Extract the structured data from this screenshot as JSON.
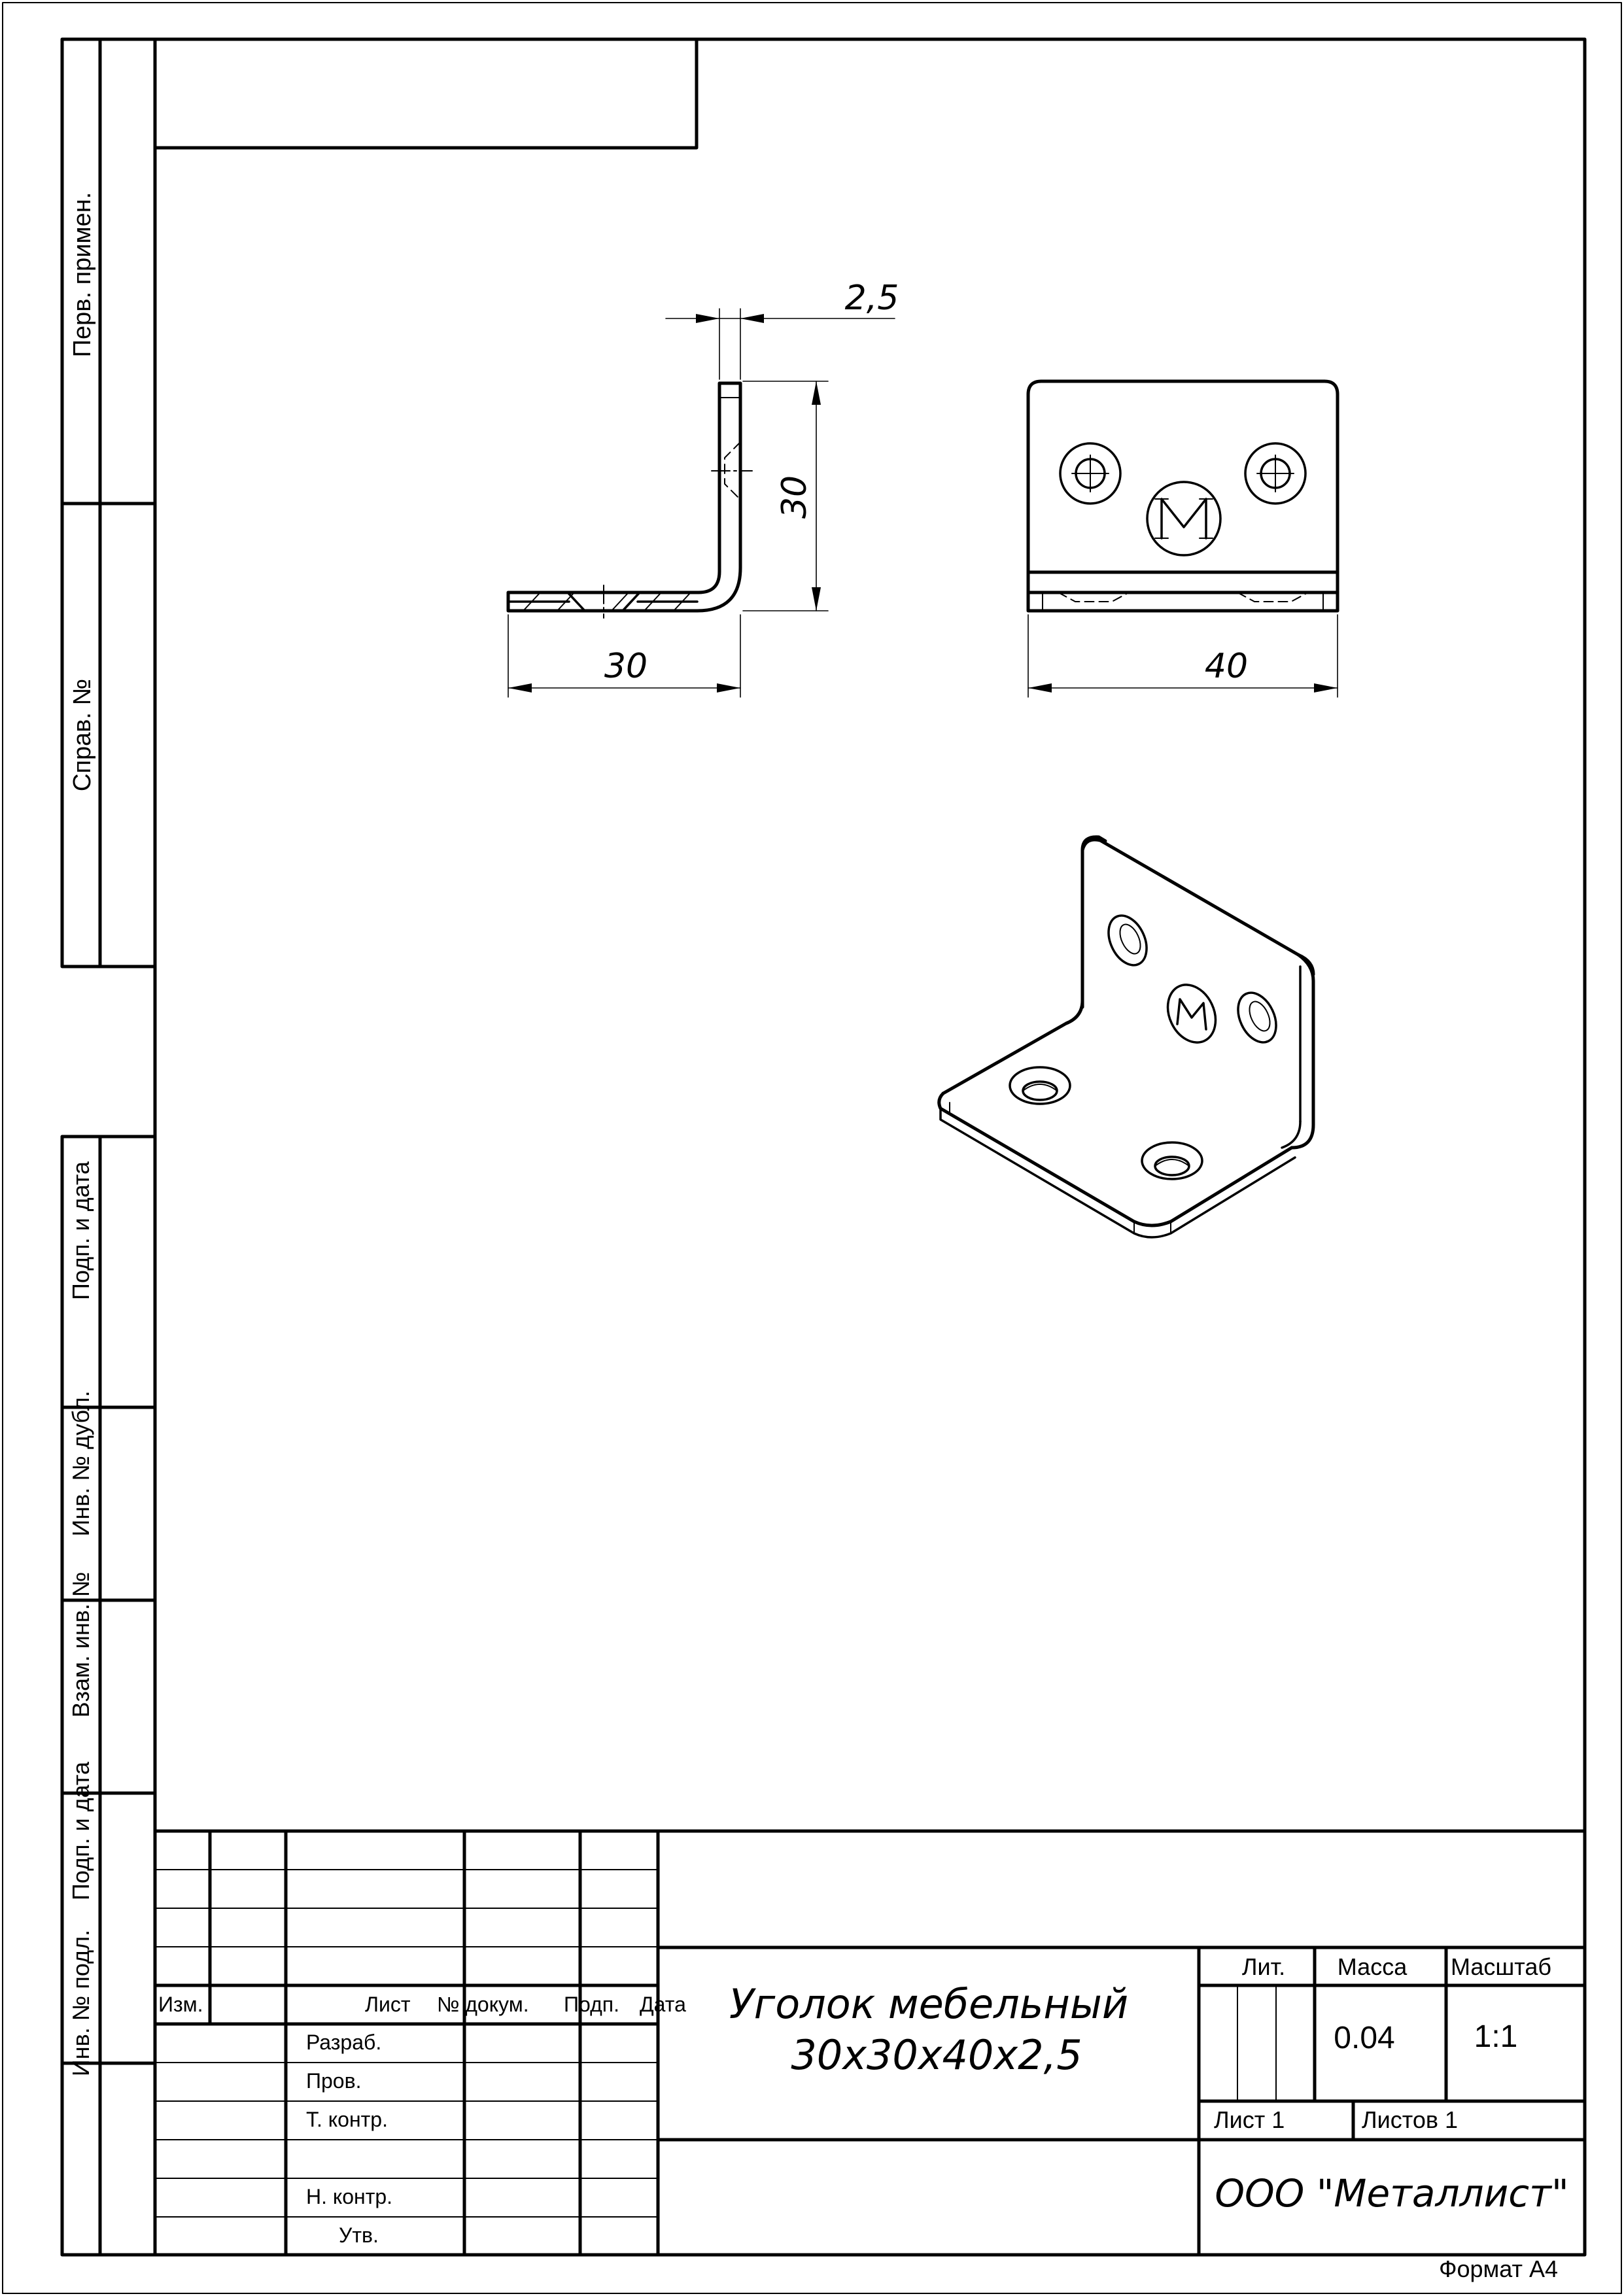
{
  "sidebar": {
    "perv_primen": "Перв. примен.",
    "sprav_no": "Справ. №",
    "podp_data_1": "Подп. и дата",
    "inv_dubl": "Инв. № дубл.",
    "vzam_inv": "Взам. инв. №",
    "podp_data_2": "Подп. и дата",
    "inv_podl": "Инв. № подл."
  },
  "dimensions": {
    "thickness": "2,5",
    "height": "30",
    "depth": "30",
    "width": "40"
  },
  "title_block": {
    "col_izm": "Изм.",
    "col_list": "Лист",
    "col_no_dokum": "№ докум.",
    "col_podp": "Подп.",
    "col_data": "Дата",
    "role_razrab": "Разраб.",
    "role_prov": "Пров.",
    "role_t_kontr": "Т. контр.",
    "role_n_kontr": "Н. контр.",
    "role_utv": "Утв.",
    "name_line1": "Уголок мебельный",
    "name_line2": "30x30x40x2,5",
    "lit_label": "Лит.",
    "massa_label": "Масса",
    "masshtab_label": "Масштаб",
    "massa_value": "0.04",
    "masshtab_value": "1:1",
    "list_label": "Лист 1",
    "listov_label": "Листов 1",
    "organization": "ООО \"Металлист\""
  },
  "format_label": "Формат А4"
}
